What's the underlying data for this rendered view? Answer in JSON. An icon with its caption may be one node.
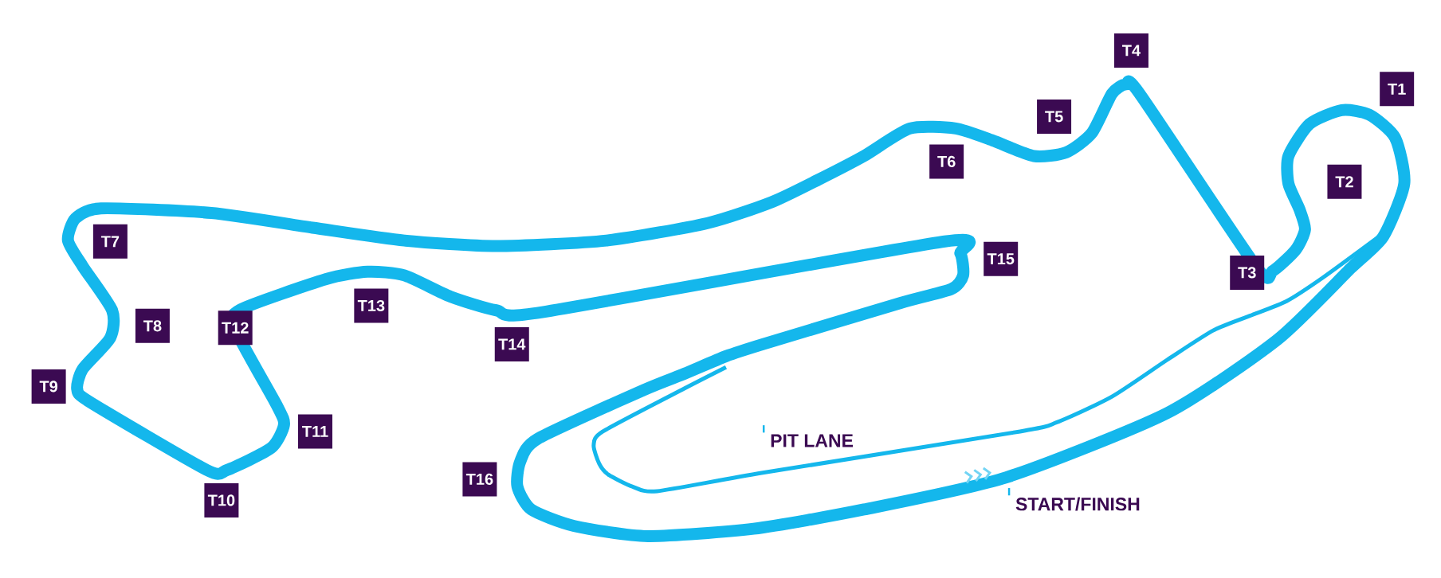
{
  "diagram": {
    "nodes": [
      {
        "text": [
          "T1"
        ]
      },
      {
        "text": [
          "T2"
        ]
      },
      {
        "text": [
          "T3"
        ]
      },
      {
        "text": [
          "T4"
        ]
      },
      {
        "text": [
          "T5"
        ]
      },
      {
        "text": [
          "T6"
        ]
      },
      {
        "text": [
          "T7"
        ]
      },
      {
        "text": [
          "T8"
        ]
      },
      {
        "text": [
          "T9"
        ]
      },
      {
        "text": [
          "T10"
        ]
      },
      {
        "text": [
          "T11"
        ]
      },
      {
        "text": [
          "T12"
        ]
      },
      {
        "text": [
          "T13"
        ]
      },
      {
        "text": [
          "T14"
        ]
      },
      {
        "text": [
          "T15"
        ]
      },
      {
        "text": [
          "T16"
        ]
      },
      {
        "text": [
          "PIT LANE"
        ]
      },
      {
        "text": [
          "START/FINISH"
        ]
      }
    ],
    "edges": [
      {
        "from": 16,
        "to": null,
        "arrow": "none"
      },
      {
        "from": 17,
        "to": null,
        "arrow": "none"
      }
    ]
  }
}
